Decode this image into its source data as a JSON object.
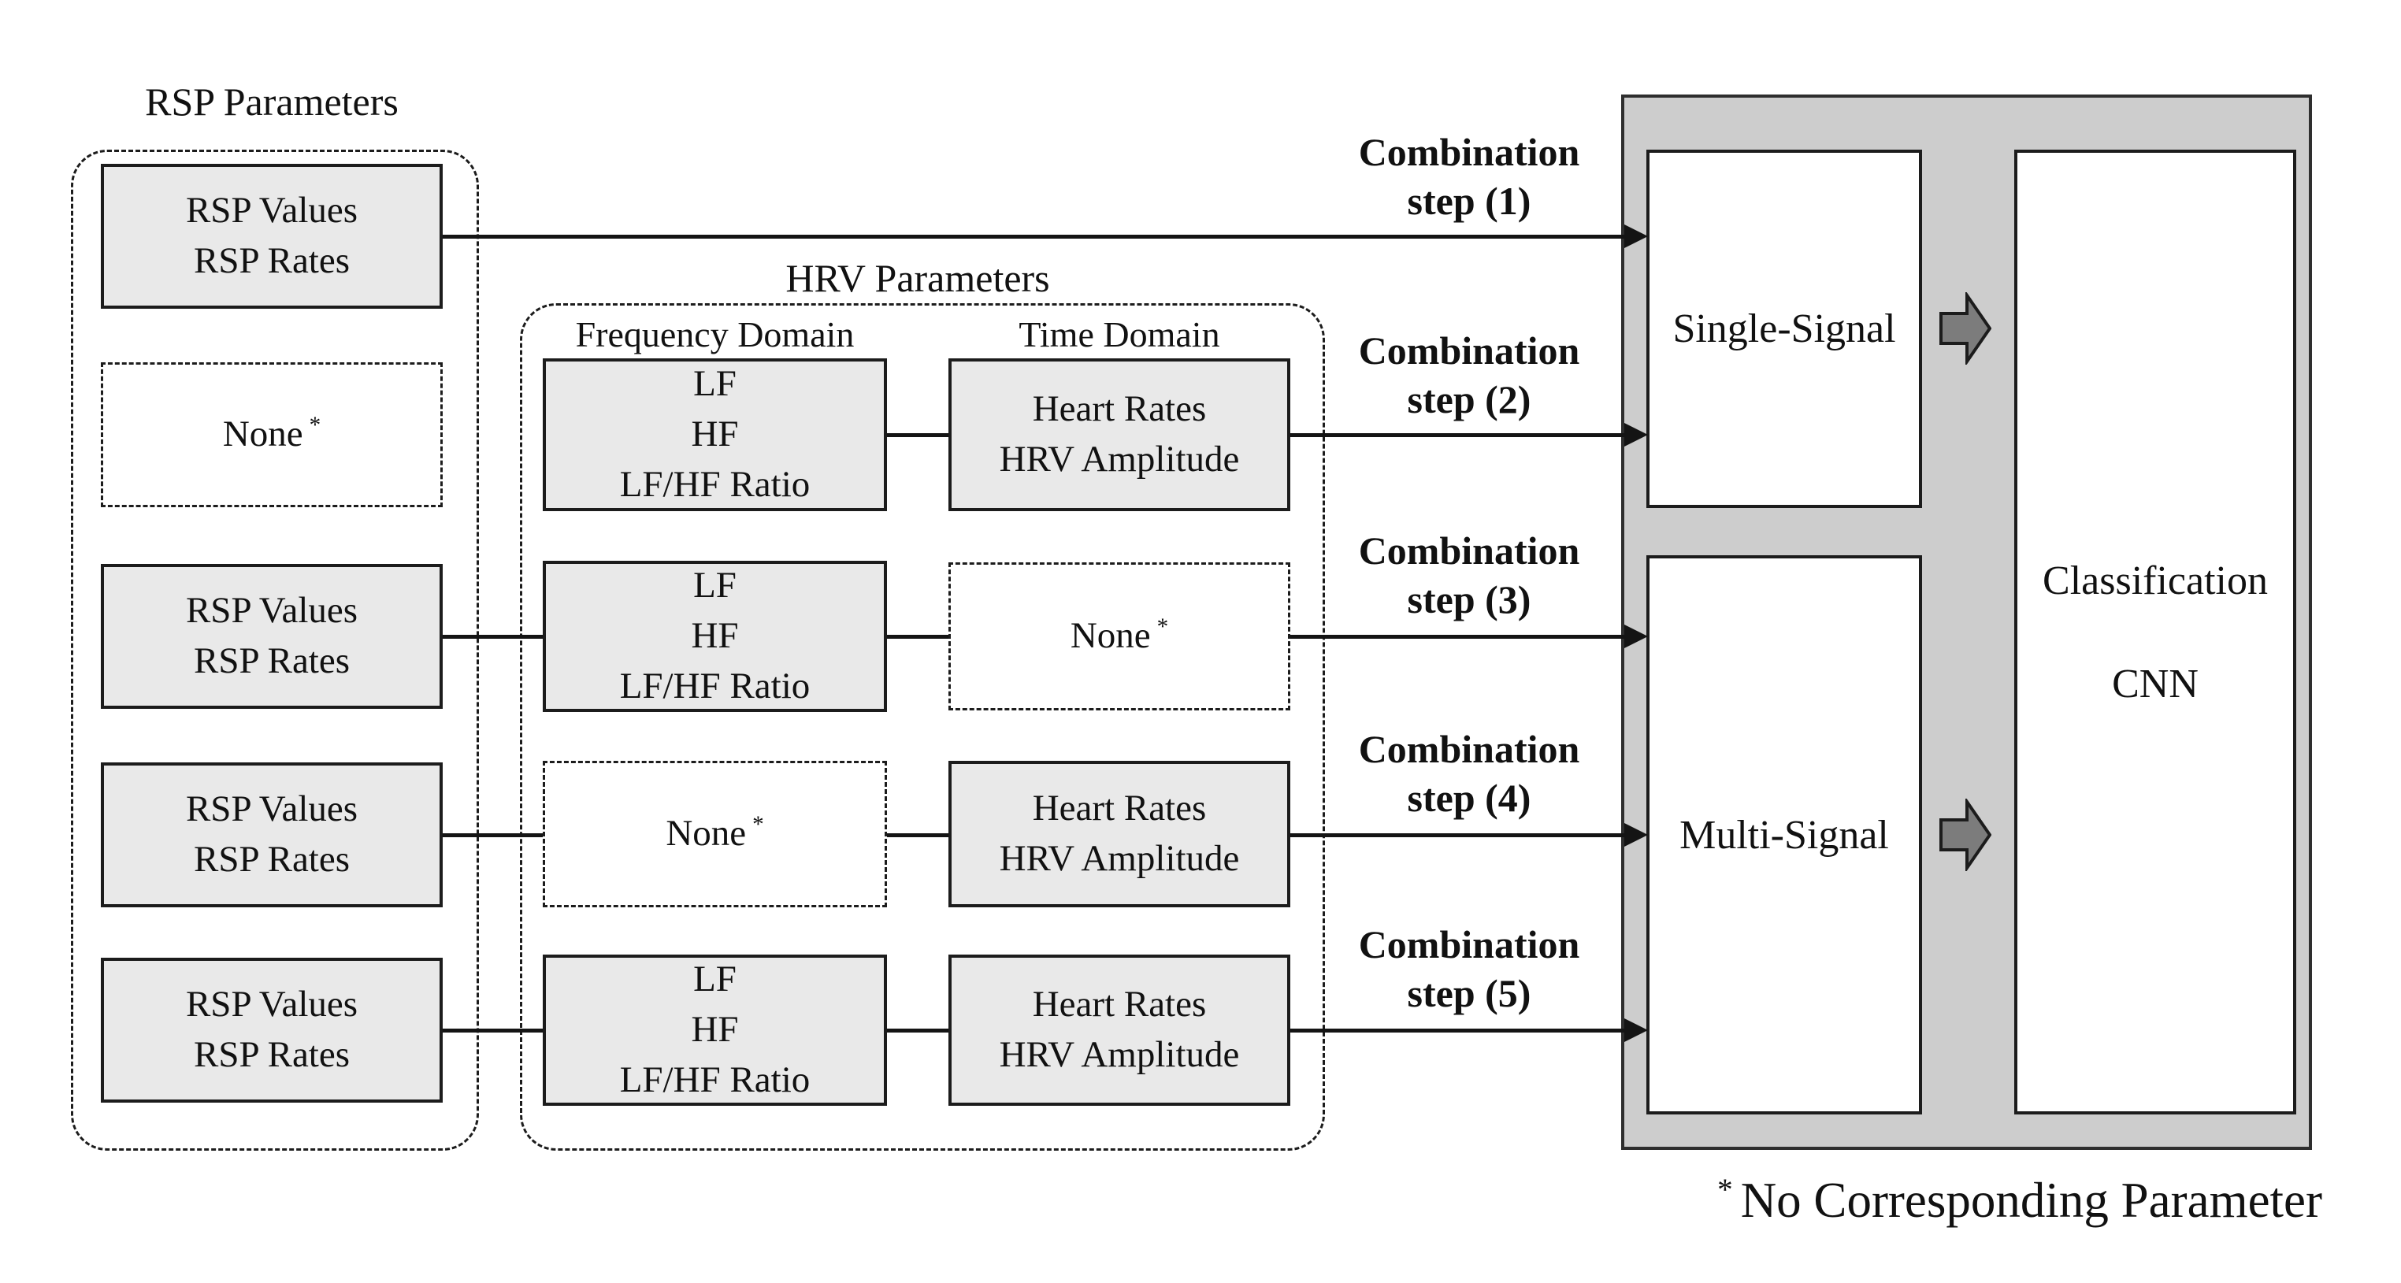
{
  "titles": {
    "rsp": "RSP Parameters",
    "hrv": "HRV Parameters",
    "frequency": "Frequency Domain",
    "time": "Time Domain"
  },
  "boxes": {
    "rsp_row1": {
      "line1": "RSP Values",
      "line2": "RSP Rates"
    },
    "rsp_row2": {
      "label": "None",
      "sup": "*"
    },
    "rsp_row3": {
      "line1": "RSP Values",
      "line2": "RSP Rates"
    },
    "rsp_row4": {
      "line1": "RSP Values",
      "line2": "RSP Rates"
    },
    "rsp_row5": {
      "line1": "RSP Values",
      "line2": "RSP Rates"
    },
    "freq_row2": {
      "line1": "LF",
      "line2": "HF",
      "line3": "LF/HF Ratio"
    },
    "freq_row3": {
      "line1": "LF",
      "line2": "HF",
      "line3": "LF/HF Ratio"
    },
    "freq_row4": {
      "label": "None",
      "sup": "*"
    },
    "freq_row5": {
      "line1": "LF",
      "line2": "HF",
      "line3": "LF/HF Ratio"
    },
    "time_row2": {
      "line1": "Heart Rates",
      "line2": "HRV Amplitude"
    },
    "time_row3": {
      "label": "None",
      "sup": "*"
    },
    "time_row4": {
      "line1": "Heart Rates",
      "line2": "HRV Amplitude"
    },
    "time_row5": {
      "line1": "Heart Rates",
      "line2": "HRV Amplitude"
    }
  },
  "steps": [
    {
      "line1": "Combination",
      "line2": "step (1)"
    },
    {
      "line1": "Combination",
      "line2": "step (2)"
    },
    {
      "line1": "Combination",
      "line2": "step (3)"
    },
    {
      "line1": "Combination",
      "line2": "step (4)"
    },
    {
      "line1": "Combination",
      "line2": "step (5)"
    }
  ],
  "pipeline": {
    "single": "Single-Signal",
    "multi": "Multi-Signal",
    "classification_line1": "Classification",
    "classification_line2": "CNN"
  },
  "footnote": {
    "symbol": "*",
    "text": "No Corresponding Parameter"
  },
  "colors": {
    "box_fill": "#e9e9e9",
    "panel_fill": "#cdcdcd",
    "block_arrow_fill": "#7c7c7c",
    "line": "#141414"
  }
}
